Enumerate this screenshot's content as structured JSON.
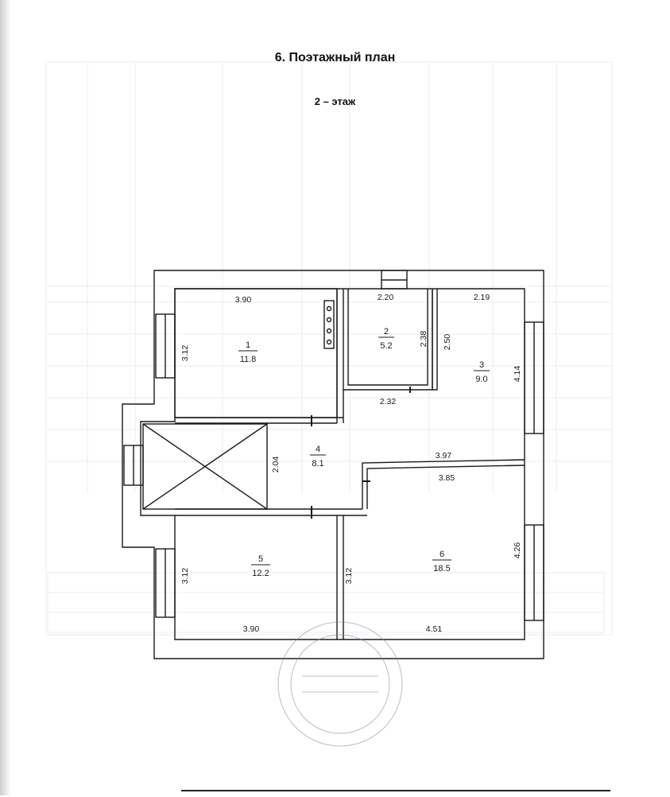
{
  "document": {
    "section_title": "6. Поэтажный план",
    "floor_label": "2 – этаж"
  },
  "rooms": [
    {
      "number": "1",
      "area": "11.8"
    },
    {
      "number": "2",
      "area": "5.2"
    },
    {
      "number": "3",
      "area": "9.0"
    },
    {
      "number": "4",
      "area": "8.1"
    },
    {
      "number": "5",
      "area": "12.2"
    },
    {
      "number": "6",
      "area": "18.5"
    }
  ],
  "dimensions": {
    "r1_width": "3.90",
    "r1_height": "3.12",
    "r2_width_top": "2.20",
    "r2_width_bottom": "2.32",
    "r2_height": "2.38",
    "r3_inner": "2.50",
    "r3_width": "2.19",
    "r3_height": "4.14",
    "r4_height": "2.04",
    "r6_top": "3.97",
    "r6_width": "3.85",
    "r6_height": "4.26",
    "r5_height": "3.12",
    "r5_width": "3.90",
    "r6_left_height": "3.12",
    "r6_bottom": "4.51"
  },
  "colors": {
    "ink": "#1a1a1a",
    "bleed_through": "#6b7a8c",
    "stamp": "#7a8aa0"
  }
}
